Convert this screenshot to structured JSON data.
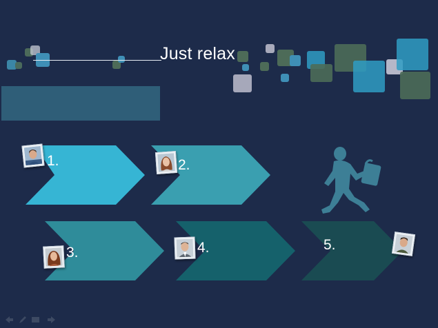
{
  "slide": {
    "title": "Just relax",
    "steps": [
      {
        "number": "1.",
        "color": "#36b5d4"
      },
      {
        "number": "2.",
        "color": "#3a9fb0"
      },
      {
        "number": "3.",
        "color": "#2f8c9a"
      },
      {
        "number": "4.",
        "color": "#15616b"
      },
      {
        "number": "5.",
        "color": "#1a4b52"
      }
    ],
    "icons": {
      "runner": "businessman-running-icon",
      "photos": [
        "man-portrait-icon",
        "woman-portrait-icon",
        "woman-portrait-icon",
        "man-portrait-icon",
        "man-portrait-icon"
      ]
    },
    "controls": [
      "previous-icon",
      "pen-icon",
      "menu-icon",
      "next-icon"
    ]
  }
}
